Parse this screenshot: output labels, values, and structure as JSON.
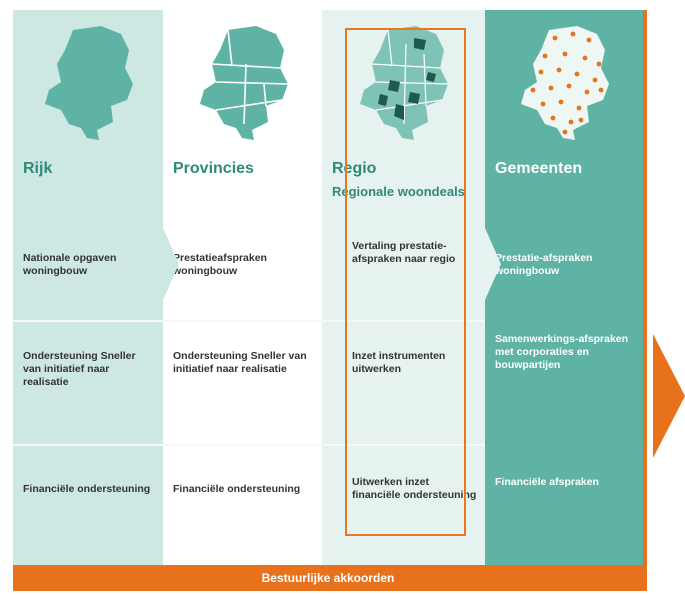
{
  "columns": [
    {
      "title": "Rijk",
      "subtitle": "",
      "cells": [
        "Nationale opgaven woningbouw",
        "Ondersteuning Sneller van initiatief naar realisatie",
        "Financiële ondersteuning"
      ]
    },
    {
      "title": "Provincies",
      "subtitle": "",
      "cells": [
        "Prestatieafspraken woningbouw",
        "Ondersteuning Sneller van initiatief naar realisatie",
        "Financiële ondersteuning"
      ]
    },
    {
      "title": "Regio",
      "subtitle": "Regionale woondeals",
      "cells": [
        "Vertaling prestatie-afspraken naar regio",
        "Inzet instrumenten uitwerken",
        "Uitwerken inzet financiële ondersteuning"
      ]
    },
    {
      "title": "Gemeenten",
      "subtitle": "",
      "cells": [
        "Prestatie-afspraken woningbouw",
        "Samenwerkings-afspraken met corporaties en bouwpartijen",
        "Financiële afspraken"
      ]
    }
  ],
  "footer": "Bestuurlijke akkoorden",
  "colors": {
    "accent": "#e8721c",
    "teal_dark": "#5fb3a4",
    "teal_light": "#cde7e2",
    "text_teal": "#2f8a79"
  }
}
